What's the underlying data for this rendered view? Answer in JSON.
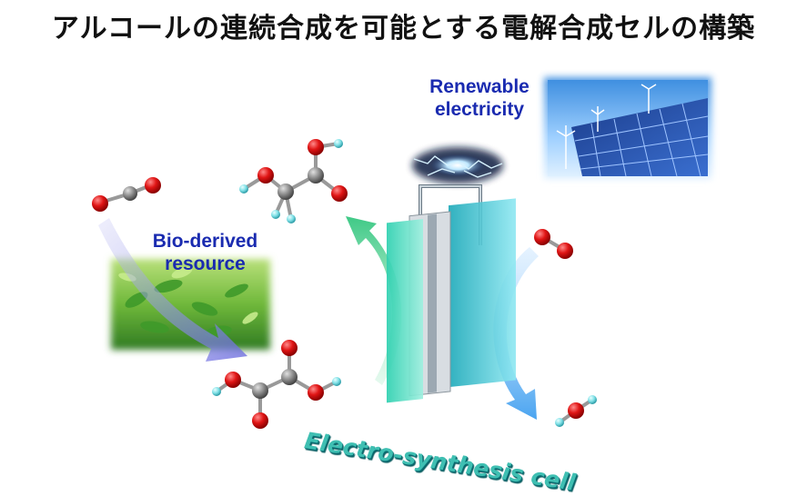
{
  "title": "アルコールの連続合成を可能とする電解合成セルの構築",
  "labels": {
    "renewable_line1": "Renewable",
    "renewable_line2": "electricity",
    "bio_line1": "Bio-derived",
    "bio_line2": "resource",
    "cell": "Electro-synthesis cell"
  },
  "icons": [
    "solar-panel-wind-photo",
    "lightning-spark",
    "grass-photo",
    "molecule-co2",
    "molecule-oxalic-acid",
    "molecule-glycolic-acid",
    "molecule-o2",
    "molecule-h2o",
    "electrolysis-cell"
  ],
  "colors": {
    "label_blue": "#1a2bb0",
    "cell_teal": "#3fbfb2",
    "arrow_green": "#5fd3a0",
    "arrow_blue": "#6ab8f5",
    "atom_oxygen": "#e01515",
    "atom_carbon": "#8a8a8a",
    "atom_hydrogen": "#7fe0e6"
  }
}
